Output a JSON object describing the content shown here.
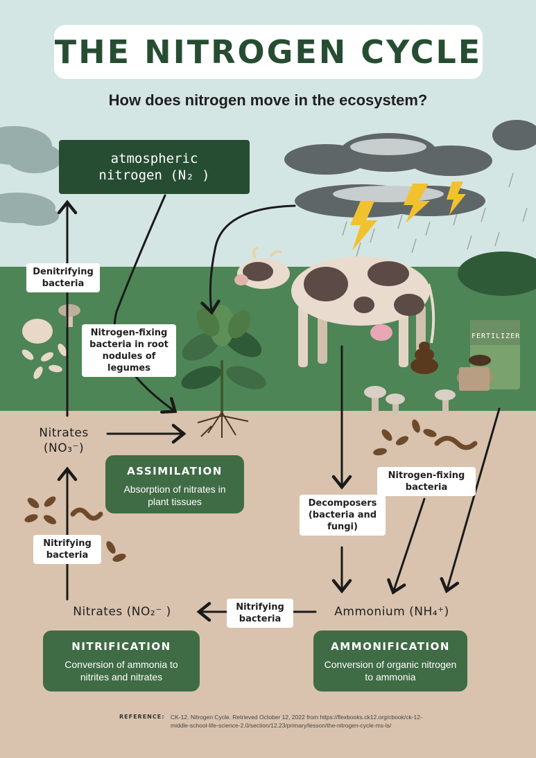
{
  "title": "THE NITROGEN CYCLE",
  "subtitle": "How does nitrogen move in the ecosystem?",
  "nodes": {
    "atmospheric_line1": "atmospheric",
    "atmospheric_line2": "nitrogen (N₂ )",
    "nitrates_top_line1": "Nitrates",
    "nitrates_top_line2": "(NO₃⁻)",
    "nitrites_bottom": "Nitrates (NO₂⁻ )",
    "ammonium": "Ammonium (NH₄⁺)"
  },
  "labels": {
    "denitrifying": "Denitrifying bacteria",
    "nodules": "Nitrogen-fixing bacteria in root nodules of legumes",
    "nitrifying_left": "Nitrifying bacteria",
    "nitrifying_bottom": "Nitrifying bacteria",
    "decomposers": "Decomposers (bacteria and fungi)",
    "fixing_bacteria": "Nitrogen-fixing bacteria"
  },
  "processes": {
    "assimilation": {
      "title": "ASSIMILATION",
      "desc": "Absorption of nitrates in plant tissues"
    },
    "nitrification": {
      "title": "NITRIFICATION",
      "desc": "Conversion of ammonia to nitrites and nitrates"
    },
    "ammonification": {
      "title": "AMMONIFICATION",
      "desc": "Conversion of organic nitrogen to ammonia"
    }
  },
  "fertilizer_label": "FERTILIZER",
  "reference": {
    "label": "REFERENCE:",
    "text": "CK-12. Nitrogen Cycle. Retrieved October 12, 2022 from https://flexbooks.ck12.org/cbook/ck-12-middle-school-life-science-2.0/section/12.23/primary/lesson/the-nitrogen-cycle-ms-ls/"
  },
  "colors": {
    "sky": "#d4e6e3",
    "grass": "#4e8556",
    "soil": "#d9c3ae",
    "dark_green": "#264d32",
    "card_green": "#3f6b45",
    "bolt": "#f2c12e",
    "arrow": "#1a1a1a"
  }
}
